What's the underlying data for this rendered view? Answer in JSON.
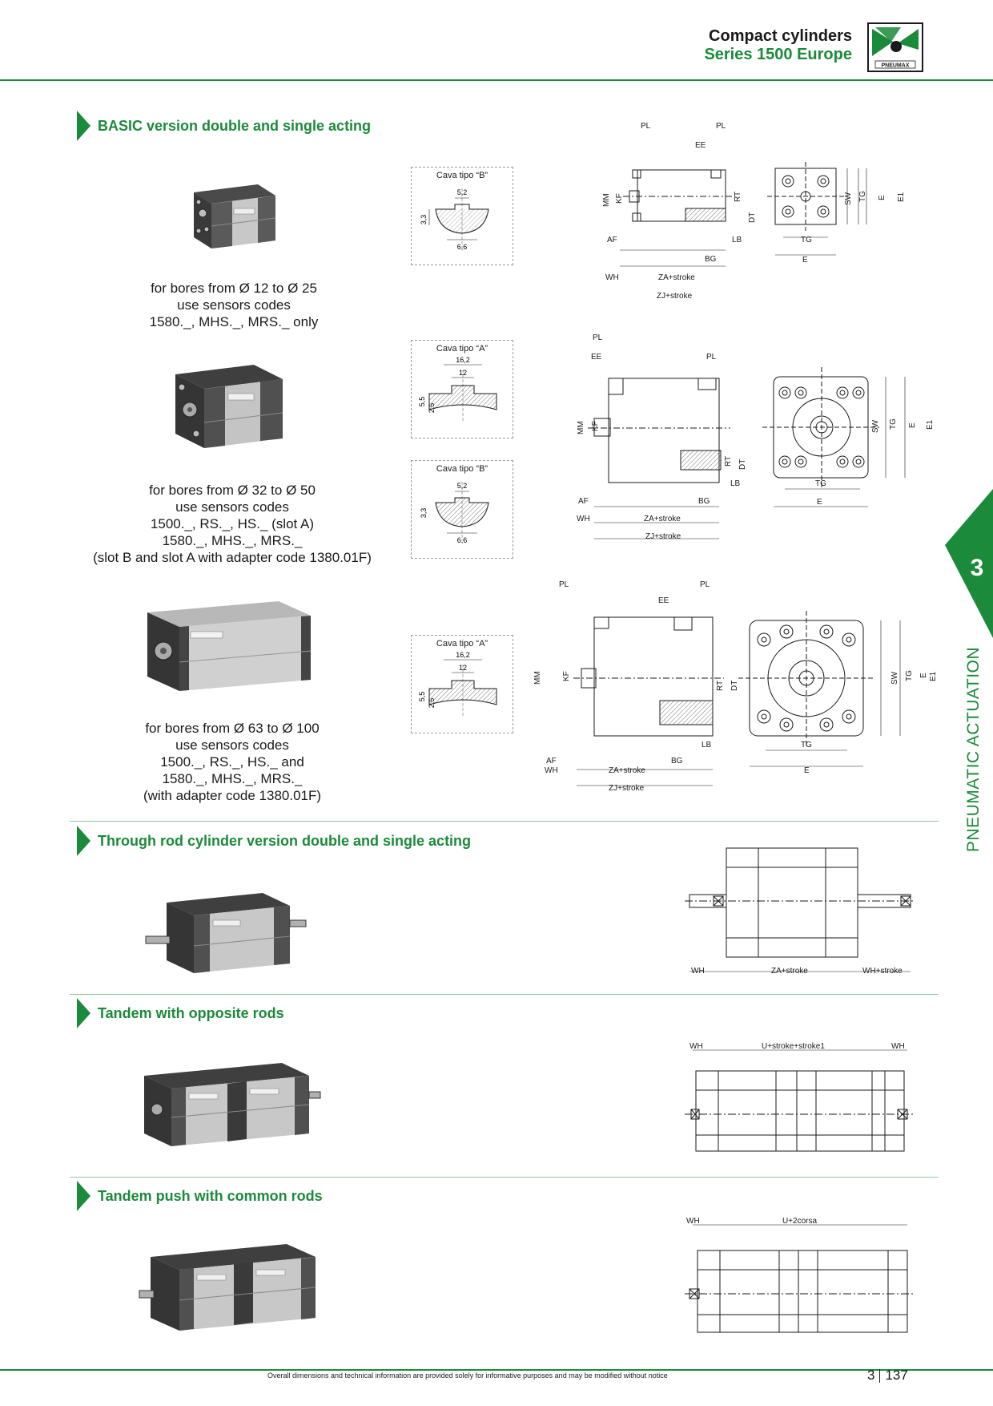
{
  "header": {
    "title_line1": "Compact cylinders",
    "title_line2": "Series 1500 Europe",
    "logo_text": "PNEUMAX"
  },
  "colors": {
    "brand_green": "#1b8a3a",
    "text": "#1a1a1a"
  },
  "sections": {
    "basic": {
      "title": "BASIC version double and single acting",
      "captions": [
        "for bores from Ø 12 to Ø 25\nuse sensors codes\n1580._, MHS._, MRS._ only",
        "for bores from Ø 32 to Ø 50\nuse sensors codes\n1500._, RS._, HS._ (slot A)\n1580._, MHS._, MRS._\n(slot B and slot A with adapter code 1380.01F)",
        "for bores from Ø 63 to Ø 100\nuse sensors codes\n1500._, RS._, HS._ and\n1580._, MHS._, MRS._\n(with adapter code 1380.01F)"
      ]
    },
    "through_rod": {
      "title": "Through rod cylinder version double and single acting"
    },
    "tandem_opposite": {
      "title": "Tandem with opposite rods"
    },
    "tandem_push": {
      "title": "Tandem push with common rods"
    }
  },
  "slots": {
    "b": {
      "label": "Cava tipo “B”",
      "d1": "5,2",
      "d2": "3,3",
      "d3": "6,6"
    },
    "a": {
      "label": "Cava tipo “A”",
      "d1": "16,2",
      "d2": "12",
      "d3": "5,5",
      "d4": "2,5"
    }
  },
  "dims": {
    "PL": "PL",
    "EE": "EE",
    "MM": "MM",
    "KF": "KF",
    "RT": "RT",
    "DT": "DT",
    "AF": "AF",
    "LB": "LB",
    "BG": "BG",
    "WH": "WH",
    "ZA": "ZA+stroke",
    "ZJ": "ZJ+stroke",
    "SW": "SW",
    "TG": "TG",
    "E": "E",
    "E1": "E1",
    "WH_stroke": "WH+stroke",
    "U_stroke": "U+stroke+stroke1",
    "U_2corsa": "U+2corsa"
  },
  "side_tab": {
    "number": "3",
    "label": "PNEUMATIC ACTUATION"
  },
  "footer": {
    "note": "Overall dimensions and technical information are provided solely for informative purposes and may be modified without notice",
    "chapter": "3",
    "page": "137"
  }
}
